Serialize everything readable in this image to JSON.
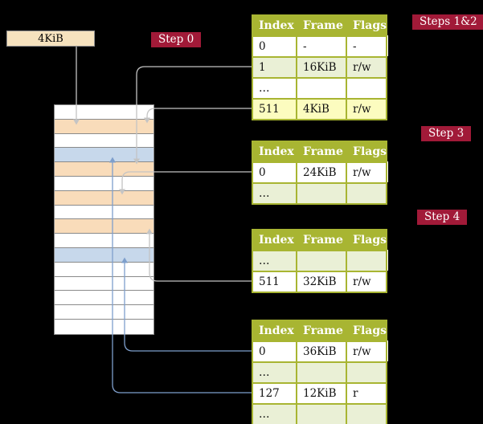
{
  "badges": {
    "steps12": {
      "label": "Steps 1&2"
    },
    "step0": {
      "label": "Step 0"
    },
    "step3": {
      "label": "Step 3"
    },
    "step4": {
      "label": "Step 4"
    }
  },
  "frame_box": {
    "label": "4KiB"
  },
  "memory": {
    "row_colors": [
      "white",
      "peach",
      "white",
      "blue",
      "peach",
      "white",
      "peach",
      "white",
      "peach",
      "white",
      "blue",
      "white",
      "white",
      "white",
      "white",
      "white"
    ]
  },
  "tables": [
    {
      "name": "page-table-steps-1-2",
      "headers": [
        "Index",
        "Frame",
        "Flags"
      ],
      "rows": [
        {
          "bg": "white",
          "cells": [
            "0",
            "-",
            "-"
          ]
        },
        {
          "bg": "green",
          "cells": [
            "1",
            "16KiB",
            "r/w"
          ]
        },
        {
          "bg": "white",
          "cells": [
            "…",
            "",
            ""
          ]
        },
        {
          "bg": "yellow",
          "cells": [
            "511",
            "4KiB",
            "r/w"
          ]
        }
      ]
    },
    {
      "name": "page-table-step-3",
      "headers": [
        "Index",
        "Frame",
        "Flags"
      ],
      "rows": [
        {
          "bg": "white",
          "cells": [
            "0",
            "24KiB",
            "r/w"
          ]
        },
        {
          "bg": "green",
          "cells": [
            "…",
            "",
            ""
          ]
        }
      ]
    },
    {
      "name": "page-table-step-4",
      "headers": [
        "Index",
        "Frame",
        "Flags"
      ],
      "rows": [
        {
          "bg": "green",
          "cells": [
            "…",
            "",
            ""
          ]
        },
        {
          "bg": "white",
          "cells": [
            "511",
            "32KiB",
            "r/w"
          ]
        }
      ]
    },
    {
      "name": "page-table-final",
      "headers": [
        "Index",
        "Frame",
        "Flags"
      ],
      "rows": [
        {
          "bg": "white",
          "cells": [
            "0",
            "36KiB",
            "r/w"
          ]
        },
        {
          "bg": "green",
          "cells": [
            "…",
            "",
            ""
          ]
        },
        {
          "bg": "white",
          "cells": [
            "127",
            "12KiB",
            "r"
          ]
        },
        {
          "bg": "green",
          "cells": [
            "…",
            "",
            ""
          ]
        }
      ]
    }
  ],
  "colors": {
    "background": "#000000",
    "badge": "#A11A38",
    "table_header": "#A8B532",
    "row_green": "#EAF0D6",
    "row_yellow": "#FCFCBF",
    "mem_peach": "#F9DCBA",
    "mem_blue": "#C7D8EB",
    "frame_box": "#F6E2BE",
    "arrow_gray": "#C4C4C4",
    "arrow_blue": "#7E9FCC"
  }
}
